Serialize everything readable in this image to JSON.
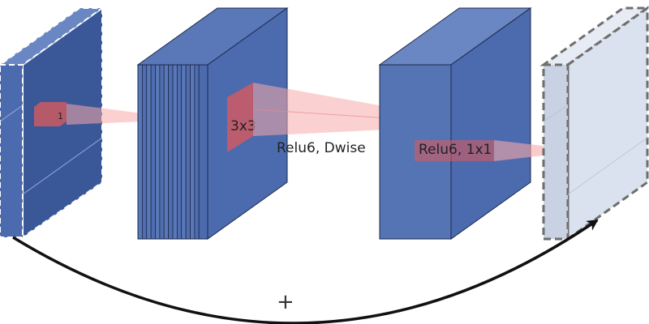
{
  "labels": {
    "kernel_1": "1",
    "kernel_3x3": "3x3",
    "dwise": "Relu6, Dwise",
    "pointwise": "Relu6, 1x1",
    "residual_add": "+"
  },
  "colors": {
    "block_fill": "#4c6aae",
    "block_side": "#3a5898",
    "block_top": "#6a86c3",
    "block_stroke": "#1c2a4a",
    "output_fill": "#dbe2ef",
    "output_side": "#c9d2e3",
    "dashed_stroke": "#6e6e6e",
    "highlight_red": "#e05a5a",
    "cone_pink": "#f7a9a9",
    "arrow": "#111111"
  },
  "blocks": [
    {
      "name": "input-tensor",
      "style": "dashed-dark"
    },
    {
      "name": "expansion-tensor",
      "style": "stacked-channels"
    },
    {
      "name": "depthwise-tensor",
      "style": "solid"
    },
    {
      "name": "output-tensor",
      "style": "dashed-light"
    }
  ],
  "connections": [
    {
      "name": "residual-connection",
      "from": "input-tensor",
      "to": "output-tensor",
      "style": "curved-arrow"
    }
  ]
}
